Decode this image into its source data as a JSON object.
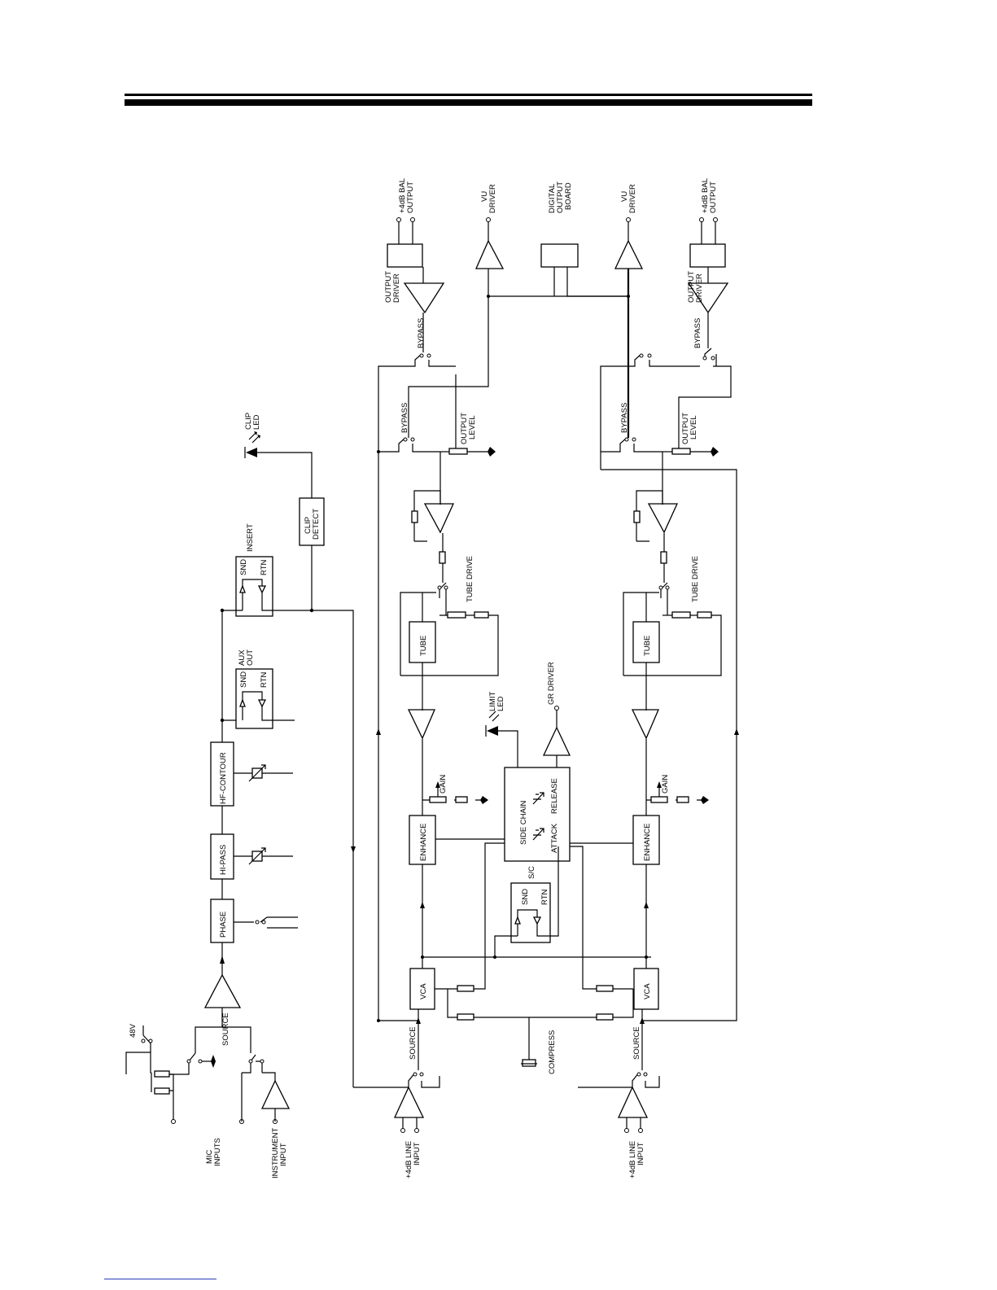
{
  "labels": {
    "mic_inputs": [
      "MIC",
      "INPUTS"
    ],
    "instrument_input": [
      "INSTRUMENT",
      "INPUT"
    ],
    "v48": "48V",
    "source": "SOURCE",
    "phase": "PHASE",
    "hi_pass": "HI-PASS",
    "hf_contour": "HF-CONTOUR",
    "aux_out": [
      "AUX",
      "OUT"
    ],
    "insert": "INSERT",
    "snd": "SND",
    "rtn": "RTN",
    "clip_detect": [
      "CLIP",
      "DETECT"
    ],
    "clip_led": [
      "CLIP",
      "LED"
    ],
    "line_input": [
      "+4dB LINE",
      "INPUT"
    ],
    "vca": "VCA",
    "enhance": "ENHANCE",
    "gain": "GAIN",
    "tube": "TUBE",
    "tube_drive": "TUBE DRIVE",
    "bypass": "BYPASS",
    "output_level": [
      "OUTPUT",
      "LEVEL"
    ],
    "output_driver": [
      "OUTPUT",
      "DRIVER"
    ],
    "bal_output": [
      "+4dB BAL",
      "OUTPUT"
    ],
    "vu_driver": [
      "VU",
      "DRIVER"
    ],
    "digital_output_board": [
      "DIGITAL",
      "OUTPUT",
      "BOARD"
    ],
    "side_chain": "SIDE CHAIN",
    "attack": "ATTACK",
    "release": "RELEASE",
    "sc": "S/C",
    "compress": "COMPRESS",
    "limit_led": [
      "LIMIT",
      "LED"
    ],
    "gr_driver": "GR DRIVER"
  },
  "colors": {
    "ink": "#000000",
    "paper": "#ffffff",
    "footer_rule": "#2a3bb8"
  }
}
